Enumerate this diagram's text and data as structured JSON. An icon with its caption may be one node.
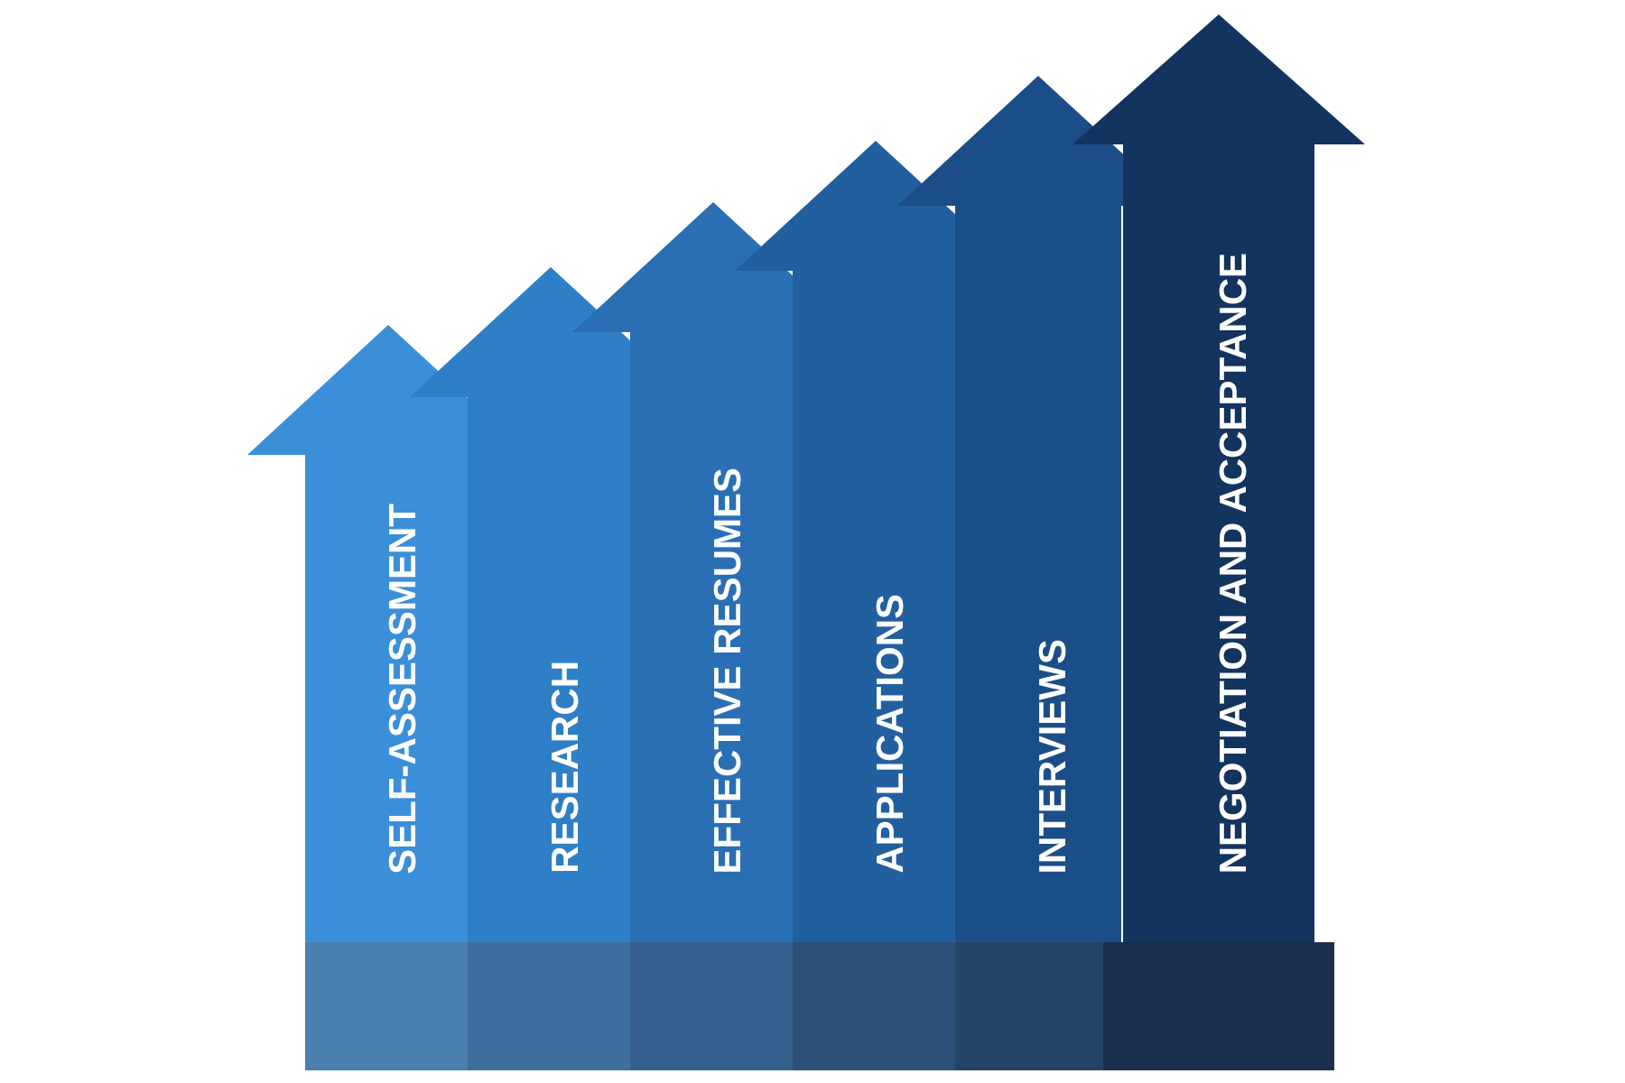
{
  "diagram": {
    "nodes": [
      {
        "text": [
          "SELF-ASSESSMENT"
        ]
      },
      {
        "text": [
          "RESEARCH"
        ]
      },
      {
        "text": [
          "EFFECTIVE RESUMES"
        ]
      },
      {
        "text": [
          "APPLICATIONS"
        ]
      },
      {
        "text": [
          "INTERVIEWS"
        ]
      },
      {
        "text": [
          "NEGOTIATION AND ACCEPTANCE"
        ]
      }
    ]
  }
}
